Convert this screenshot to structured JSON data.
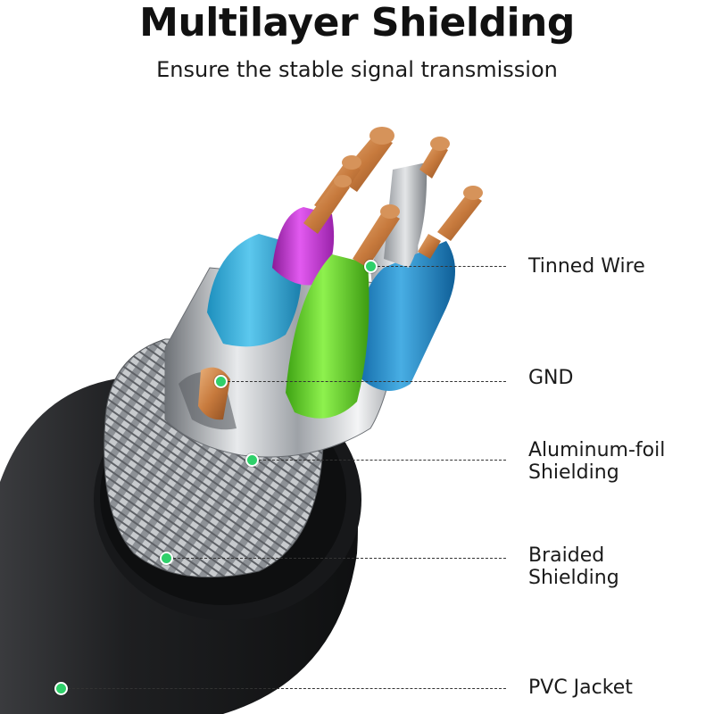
{
  "header": {
    "title": "Multilayer Shielding",
    "subtitle": "Ensure the stable signal transmission"
  },
  "colors": {
    "marker": "#2fd06a",
    "jacket": "#1b1c1e",
    "wire_cyan": "#2aa6d6",
    "wire_magenta": "#c02ad0",
    "wire_green": "#5ccf24",
    "wire_blue": "#1e86c8",
    "wire_gray": "#c9ccd0"
  },
  "callouts": [
    {
      "label": "Tinned Wire"
    },
    {
      "label": "GND"
    },
    {
      "label": "Aluminum-foil\nShielding"
    },
    {
      "label": "Braided\nShielding"
    },
    {
      "label": "PVC Jacket"
    }
  ]
}
